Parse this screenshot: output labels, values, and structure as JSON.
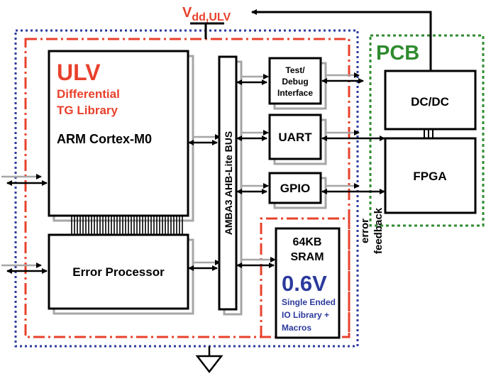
{
  "supply": {
    "label": "V",
    "subscript": "dd,ULV"
  },
  "pcb": {
    "label": "PCB",
    "dcdc": "DC/DC",
    "fpga": "FPGA"
  },
  "ulv": {
    "title": "ULV",
    "line1": "Differential",
    "line2": "TG Library"
  },
  "cpu": {
    "label": "ARM Cortex-M0"
  },
  "errproc": {
    "label": "Error Processor"
  },
  "bus": {
    "label": "AMBA3 AHB-Lite BUS"
  },
  "test": {
    "line1": "Test/",
    "line2": "Debug",
    "line3": "Interface"
  },
  "uart": {
    "label": "UART"
  },
  "gpio": {
    "label": "GPIO"
  },
  "sram": {
    "line1": "64KB",
    "line2": "SRAM",
    "voltage": "0.6V",
    "note1": "Single Ended",
    "note2": "IO Library +",
    "note3": "Macros"
  },
  "feedback": {
    "line1": "error",
    "line2": "feedback"
  },
  "colors": {
    "red": "#e8412c",
    "blue": "#2b3a9c",
    "green": "#2e8b2e",
    "black": "#000000",
    "gray": "#a6a6a6"
  }
}
